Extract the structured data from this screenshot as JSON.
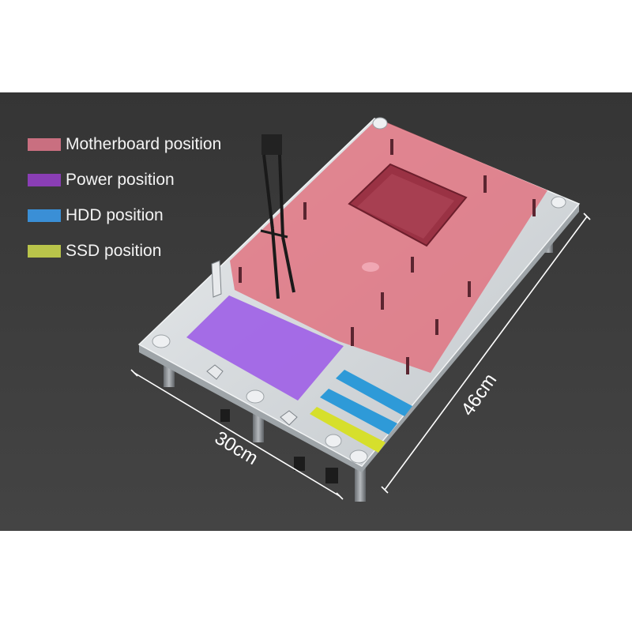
{
  "legend": {
    "items": [
      {
        "label": "Motherboard position",
        "color": "#c96f80"
      },
      {
        "label": "Power position",
        "color": "#8a3eb5"
      },
      {
        "label": "HDD position",
        "color": "#3a8fd6"
      },
      {
        "label": "SSD position",
        "color": "#b9c44a"
      }
    ]
  },
  "dimensions": {
    "width_label": "30cm",
    "length_label": "46cm"
  },
  "colors": {
    "background": "#3b3b3b",
    "motherboard": "#e0707e",
    "power": "#a062e6",
    "hdd": "#2e9ad8",
    "ssd": "#d6df2c"
  }
}
